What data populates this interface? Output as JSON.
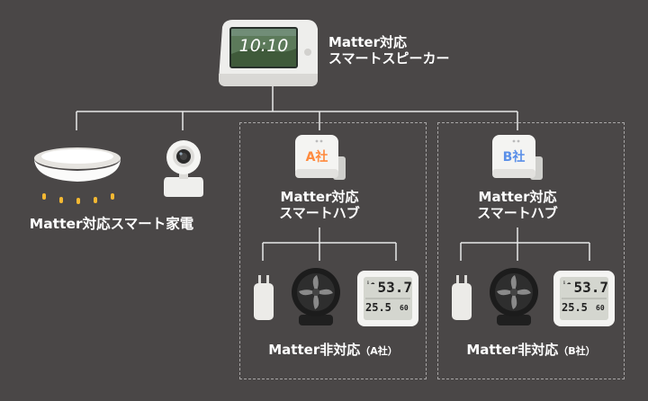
{
  "speaker": {
    "screen_time": "10:10",
    "label_line1": "Matter対応",
    "label_line2": "スマートスピーカー"
  },
  "appliances": {
    "label": "Matter対応スマート家電"
  },
  "hub_a": {
    "badge": "A社",
    "label_line1": "Matter対応",
    "label_line2": "スマートハブ",
    "footer_main": "Matter非対応",
    "footer_note": "（A社）",
    "thermo_top": "53.7",
    "thermo_bottom": "25.5",
    "thermo_small": "60"
  },
  "hub_b": {
    "badge": "B社",
    "label_line1": "Matter対応",
    "label_line2": "スマートハブ",
    "footer_main": "Matter非対応",
    "footer_note": "（B社）",
    "thermo_top": "53.7",
    "thermo_bottom": "25.5",
    "thermo_small": "60"
  },
  "colors": {
    "background": "#4a4747",
    "line": "#e8e8e8",
    "badge_a": "#ff8a3d",
    "badge_b": "#5a8fe8"
  }
}
